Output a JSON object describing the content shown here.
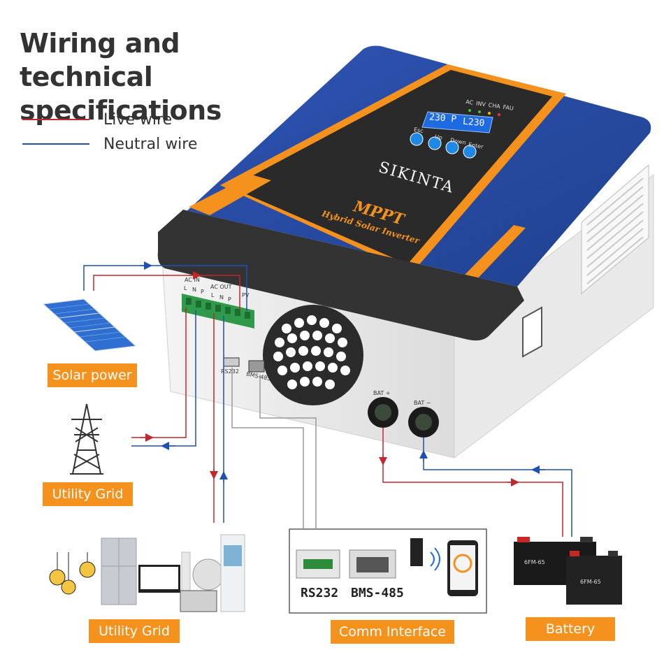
{
  "title_line1": "Wiring and technical",
  "title_line2": "specifications",
  "legend": {
    "live": "Live wire",
    "neutral": "Neutral wire"
  },
  "colors": {
    "live": "#c0282d",
    "neutral": "#1f4fb3",
    "tag": "#f5921e",
    "panel_blue": "#2b4fa8",
    "panel_orange": "#f5921e"
  },
  "tags": {
    "solar": "Solar power",
    "grid": "Utility Grid",
    "loads": "Utility Grid",
    "comm": "Comm Interface",
    "battery": "Battery"
  },
  "inverter": {
    "brand": "SIKINTA",
    "model": "MPPT",
    "subtitle": "Hybrid Solar Inverter",
    "lcd_left": "230 P",
    "lcd_right": "L230",
    "indicators": [
      "AC",
      "INV",
      "CHA",
      "FAU"
    ],
    "keys": [
      "Esc",
      "Up",
      "Down",
      "Enter"
    ],
    "terminals": {
      "ac_in": "AC IN",
      "ac_out": "AC OUT",
      "pv": "PV",
      "l": "L",
      "n": "N",
      "p": "P",
      "rs232": "RS232",
      "bms": "BMS-485",
      "bat_plus": "BAT +",
      "bat_minus": "BAT −"
    }
  },
  "comm": {
    "rs232": "RS232",
    "bms485": "BMS-485"
  },
  "battery_labels": [
    "6FM-65",
    "6FM-65"
  ]
}
